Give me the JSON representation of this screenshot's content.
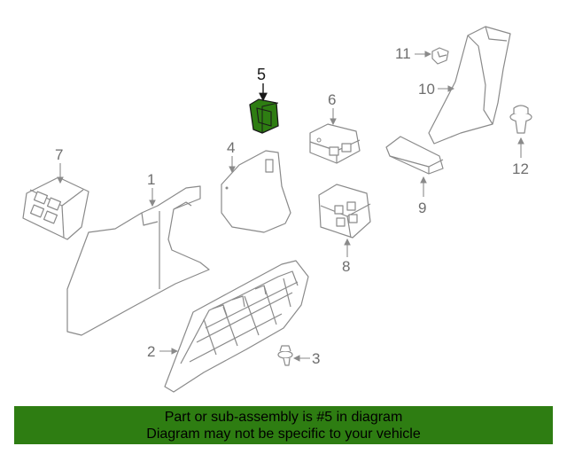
{
  "callouts": {
    "c1": "1",
    "c2": "2",
    "c3": "3",
    "c4": "4",
    "c5": "5",
    "c6": "6",
    "c7": "7",
    "c8": "8",
    "c9": "9",
    "c10": "10",
    "c11": "11",
    "c12": "12"
  },
  "highlight_color": "#2e7d12",
  "banner": {
    "line1": "Part or sub-assembly is #5 in diagram",
    "line2": "Diagram may not be specific to your vehicle"
  }
}
